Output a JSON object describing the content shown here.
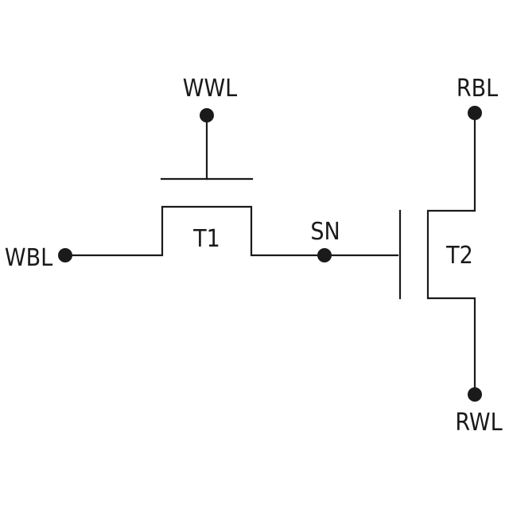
{
  "diagram": {
    "labels": {
      "wwl": "WWL",
      "rbl": "RBL",
      "wbl": "WBL",
      "t1": "T1",
      "sn": "SN",
      "t2": "T2",
      "rwl": "RWL"
    },
    "colors": {
      "line": "#1a1a1a",
      "background": "#ffffff"
    }
  }
}
